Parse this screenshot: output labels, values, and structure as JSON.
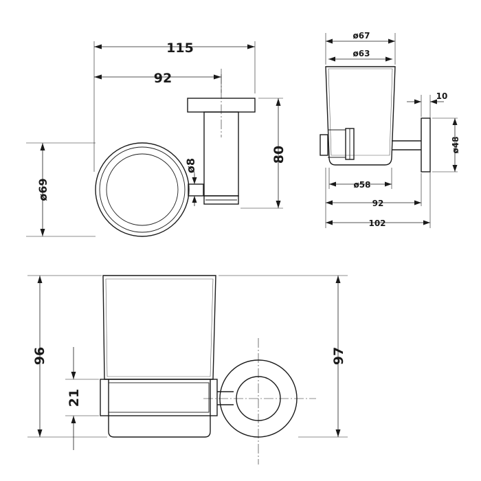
{
  "dimensions": {
    "top_view": {
      "overall_length": "115",
      "arm_length": "92",
      "cup_diameter": "ø69",
      "rod_diameter": "ø8",
      "height": "80"
    },
    "side_view": {
      "outer_diameter": "ø67",
      "inner_diameter": "ø63",
      "base_diameter": "ø58",
      "plate_thickness": "10",
      "plate_diameter": "ø48",
      "depth_to_plate": "92",
      "overall_depth": "102"
    },
    "front_view": {
      "cup_height": "96",
      "ring_height": "21",
      "overall_height": "97"
    }
  },
  "colors": {
    "line": "#1a1a1a",
    "background": "#ffffff"
  }
}
